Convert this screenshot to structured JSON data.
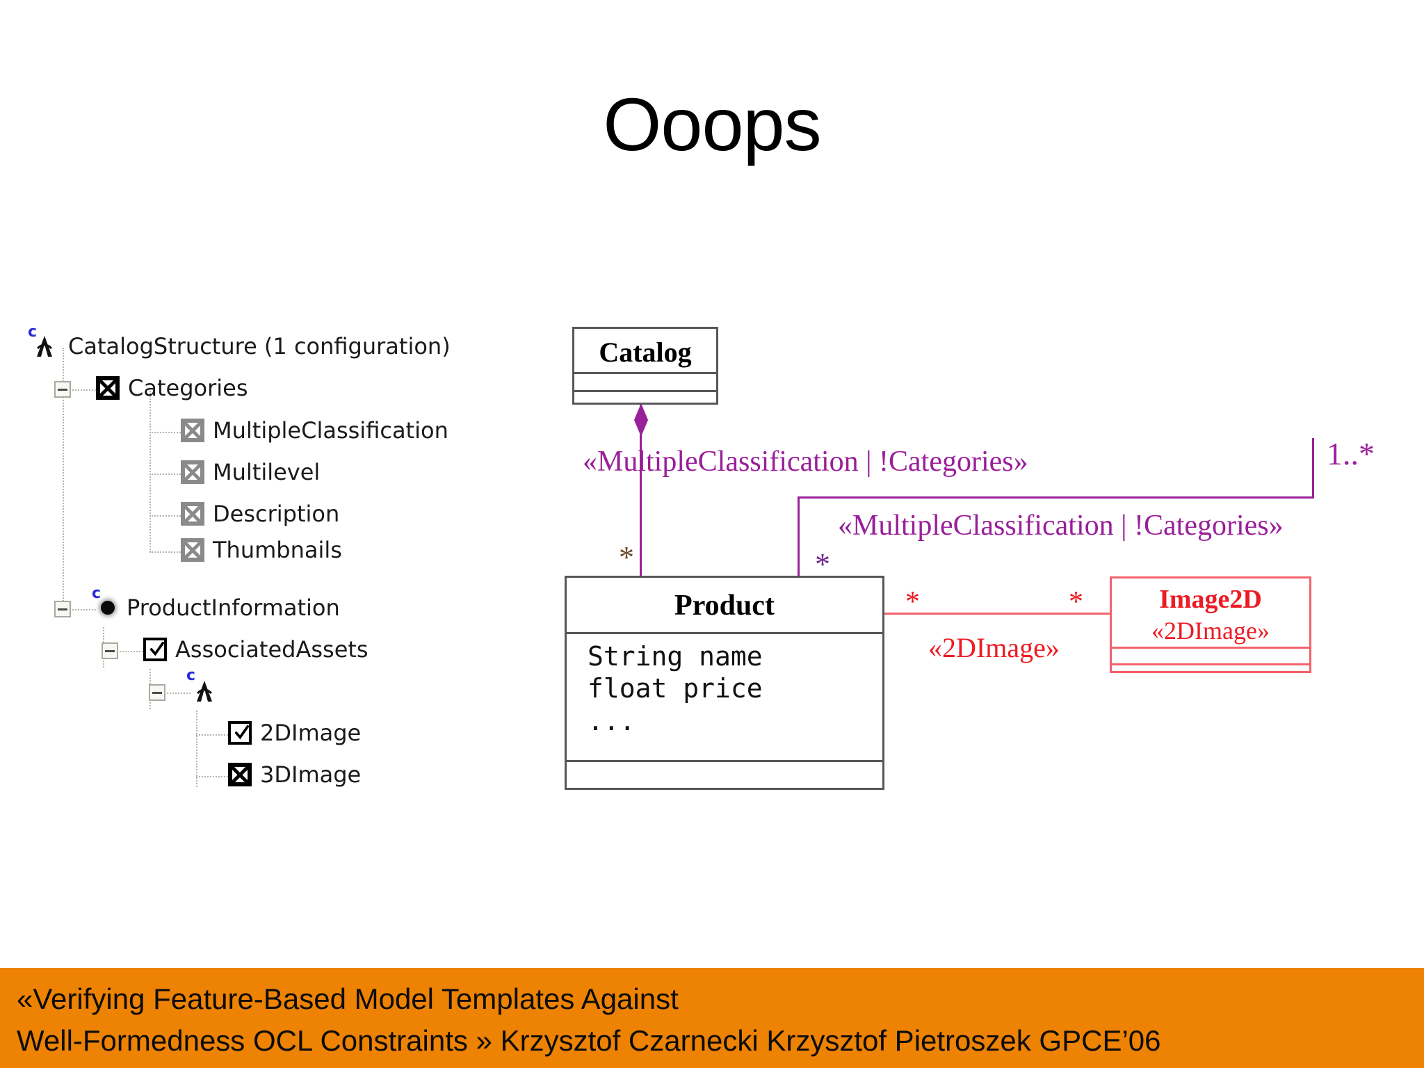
{
  "slide": {
    "title": "Ooops",
    "background": "#ffffff"
  },
  "colors": {
    "banner": "#ed8203",
    "stereotype_purple": "#9a1f9a",
    "stereotype_red": "#ec1c24",
    "class_border_black": "#575757",
    "class_border_red": "#f4626c",
    "tree_icon_gray": "#8a8a8a",
    "tree_icon_black": "#000000",
    "sup_c_blue": "#2b2bd8"
  },
  "feature_tree": {
    "rows": [
      {
        "label": "CatalogStructure (1 configuration)",
        "icon": "alternative-group-icon",
        "sup": "c",
        "expander": false,
        "depth": 0
      },
      {
        "label": "Categories",
        "icon": "xbox-black-icon",
        "sup": "",
        "expander": true,
        "depth": 1
      },
      {
        "label": "MultipleClassification",
        "icon": "xbox-gray-icon",
        "sup": "",
        "expander": false,
        "depth": 2
      },
      {
        "label": "Multilevel",
        "icon": "xbox-gray-icon",
        "sup": "",
        "expander": false,
        "depth": 2
      },
      {
        "label": "Description",
        "icon": "xbox-gray-icon",
        "sup": "",
        "expander": false,
        "depth": 2
      },
      {
        "label": "Thumbnails",
        "icon": "xbox-gray-icon",
        "sup": "",
        "expander": false,
        "depth": 2
      },
      {
        "label": "ProductInformation",
        "icon": "mandatory-dot-icon",
        "sup": "c",
        "expander": true,
        "depth": 1
      },
      {
        "label": "AssociatedAssets",
        "icon": "checkbox-checked-icon",
        "sup": "",
        "expander": true,
        "depth": 2
      },
      {
        "label": "",
        "icon": "alternative-group-icon",
        "sup": "c",
        "expander": true,
        "depth": 3
      },
      {
        "label": "2DImage",
        "icon": "checkbox-checked-icon",
        "sup": "",
        "expander": false,
        "depth": 4
      },
      {
        "label": "3DImage",
        "icon": "xbox-black-icon",
        "sup": "",
        "expander": false,
        "depth": 4
      }
    ]
  },
  "uml": {
    "classes": [
      {
        "name": "Catalog",
        "stereotype": "",
        "attributes": "",
        "color": "black"
      },
      {
        "name": "Product",
        "stereotype": "",
        "attributes": "String name\nfloat price\n...",
        "color": "black"
      },
      {
        "name": "Image2D",
        "stereotype": "«2DImage»",
        "attributes": "",
        "color": "red"
      }
    ],
    "labels": {
      "stereo_catalog_product": "«MultipleClassification | !Categories»",
      "stereo_catalog_image": "«MultipleClassification | !Categories»",
      "stereo_product_image": "«2DImage»",
      "mult_catalog_end": "*",
      "mult_product_top_left": "*",
      "mult_product_top_right": "*",
      "mult_image_upper_right": "1..*",
      "mult_product_right": "*",
      "mult_image_left": "*"
    }
  },
  "footer": {
    "line1": "«Verifying Feature-Based Model Templates Against",
    "line2": "Well-Formedness OCL Constraints » Krzysztof Czarnecki Krzysztof Pietroszek GPCE’06"
  }
}
